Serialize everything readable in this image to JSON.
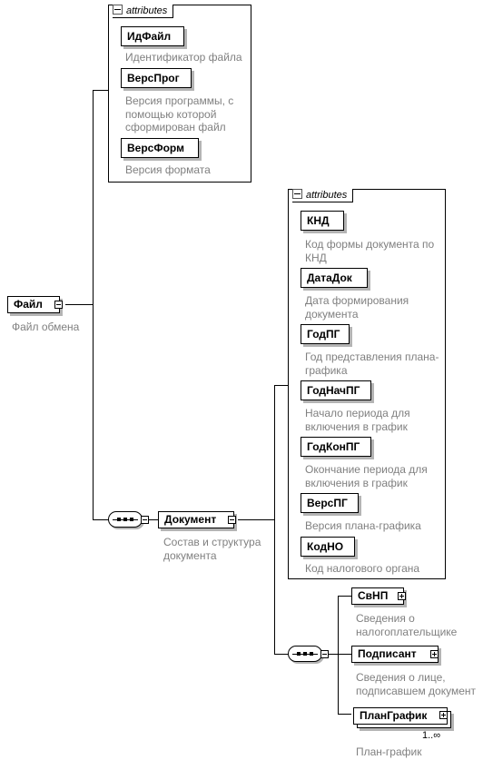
{
  "attributes_label": "attributes",
  "root": {
    "name": "Файл",
    "description": "Файл обмена"
  },
  "root_attributes": [
    {
      "name": "ИдФайл",
      "description": "Идентификатор файла"
    },
    {
      "name": "ВерсПрог",
      "description": "Версия программы, с помощью которой сформирован файл"
    },
    {
      "name": "ВерсФорм",
      "description": "Версия формата"
    }
  ],
  "document": {
    "name": "Документ",
    "description": "Состав и структура документа"
  },
  "document_attributes": [
    {
      "name": "КНД",
      "description": "Код формы документа по КНД"
    },
    {
      "name": "ДатаДок",
      "description": "Дата формирования документа"
    },
    {
      "name": "ГодПГ",
      "description": "Год представления плана-графика"
    },
    {
      "name": "ГодНачПГ",
      "description": "Начало периода для включения в график"
    },
    {
      "name": "ГодКонПГ",
      "description": "Окончание периода для включения в график"
    },
    {
      "name": "ВерсПГ",
      "description": "Версия плана-графика"
    },
    {
      "name": "КодНО",
      "description": "Код налогового органа"
    }
  ],
  "document_children": [
    {
      "name": "СвНП",
      "description": "Сведения о налогоплательщике"
    },
    {
      "name": "Подписант",
      "description": "Сведения о лице, подписавшем документ"
    },
    {
      "name": "ПланГрафик",
      "description": "План-график",
      "occurrence": "1..∞"
    }
  ]
}
